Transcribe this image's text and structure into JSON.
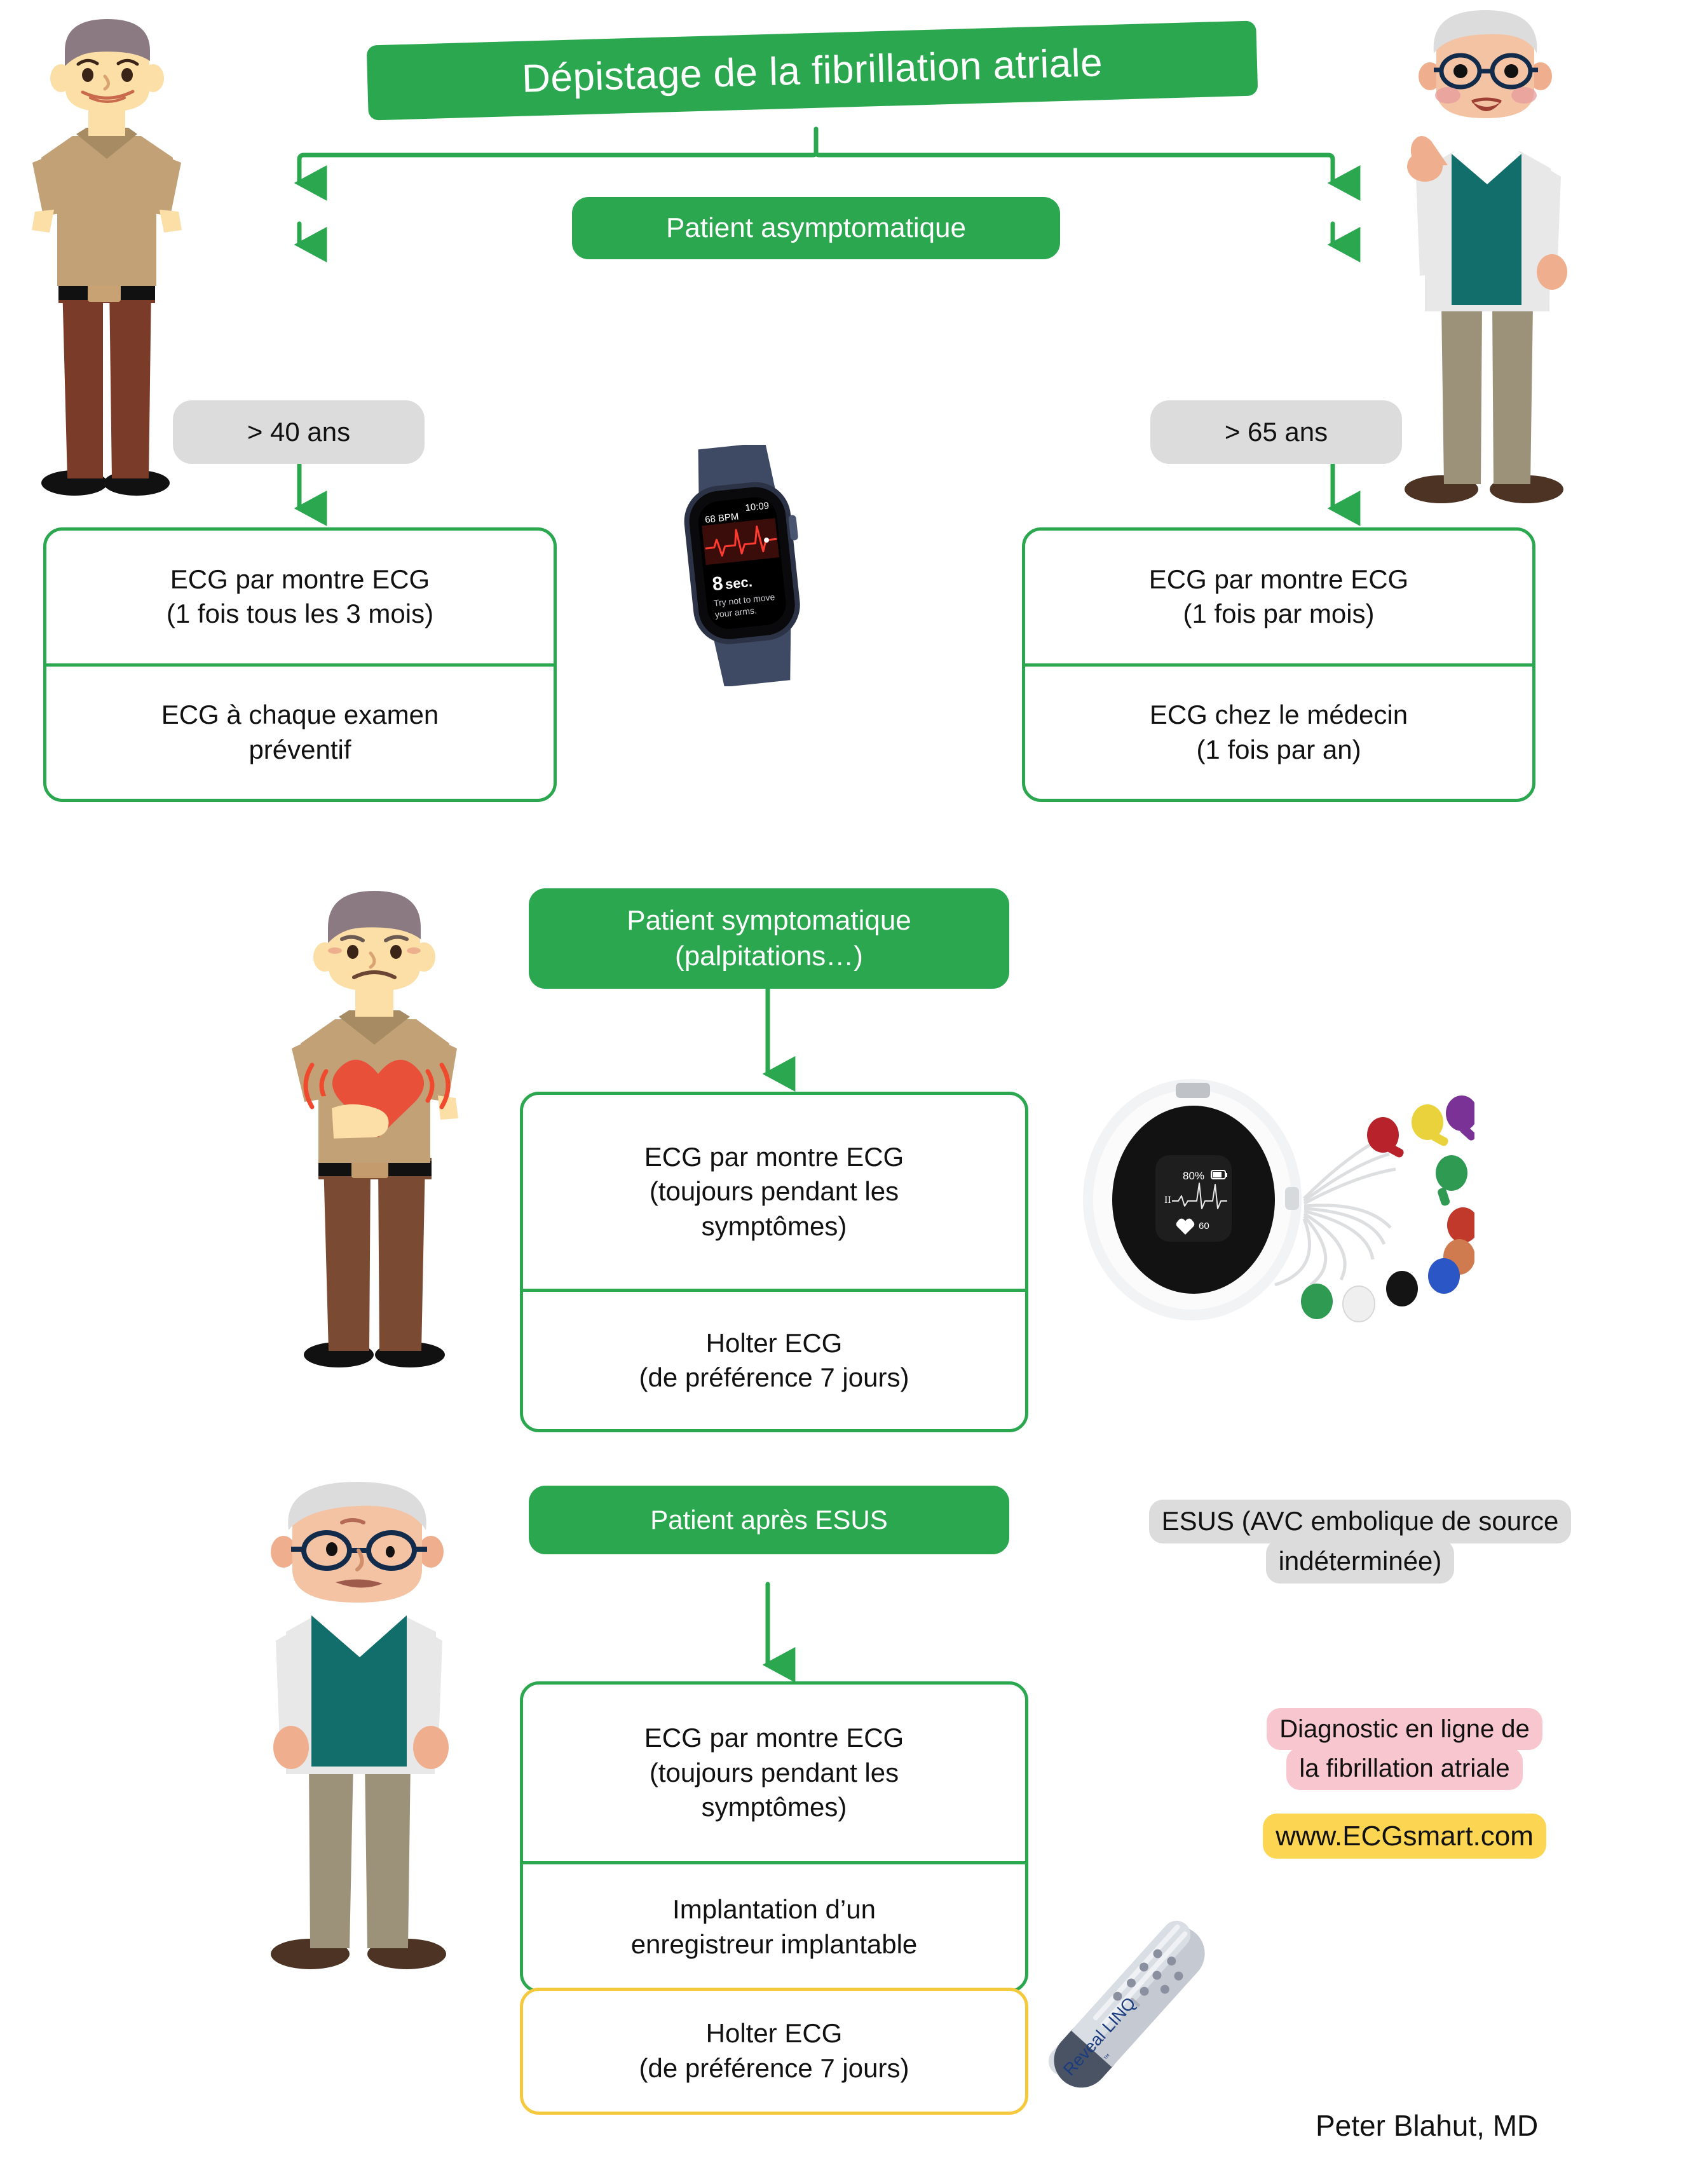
{
  "title": "Dépistage de la fibrillation atriale",
  "colors": {
    "green": "#2BA84F",
    "gray": "#DCDCDC",
    "gold": "#F5C93D",
    "pink": "#F8C6CE",
    "yellow": "#FCD653",
    "heart_red": "#E8503A"
  },
  "branch_asymptomatic": {
    "header": "Patient asymptomatique",
    "left": {
      "age_label": "> 40 ans",
      "rows": [
        "ECG par montre ECG\n(1 fois tous les 3 mois)",
        "ECG à chaque examen\npréventif"
      ]
    },
    "right": {
      "age_label": "> 65 ans",
      "rows": [
        "ECG par montre ECG\n(1 fois par mois)",
        "ECG chez le médecin\n(1 fois par an)"
      ]
    }
  },
  "branch_symptomatic": {
    "header": "Patient symptomatique\n(palpitations…)",
    "rows": [
      "ECG par montre ECG\n(toujours pendant les\nsymptômes)",
      "Holter ECG\n(de préférence 7 jours)"
    ]
  },
  "branch_esus": {
    "header": "Patient après ESUS",
    "rows": [
      "ECG par montre ECG\n(toujours pendant les\nsymptômes)",
      "Implantation d’un\nenregistreur implantable"
    ],
    "holter_row": "Holter ECG\n(de préférence 7 jours)"
  },
  "side_labels": {
    "esus_definition_lines": [
      "ESUS (AVC embolique de source",
      "indéterminée)"
    ],
    "promo_lines": [
      "Diagnostic en ligne de",
      "la fibrillation atriale"
    ],
    "website": "www.ECGsmart.com"
  },
  "devices": {
    "apple_watch": {
      "name": "Apple Watch ECG",
      "bpm": "68 BPM",
      "time": "10:09",
      "countdown": "8",
      "countdown_unit": "sec.",
      "hint_line1": "Try not to move",
      "hint_line2": "your arms."
    },
    "holter": {
      "name": "Holter ECG recorder",
      "battery": "80%",
      "lead": "II",
      "heart_rate": "60"
    },
    "reveal_linq": {
      "name": "Reveal LINQ",
      "brand": "Reveal LINQ",
      "tm": "™"
    }
  },
  "signature": "Peter Blahut, MD"
}
